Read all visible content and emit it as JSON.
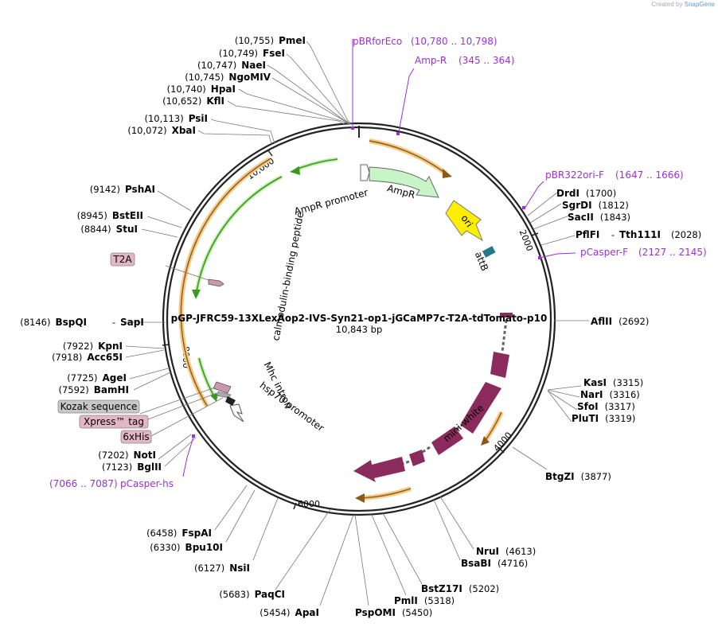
{
  "credit": {
    "prefix": "Created by",
    "brand": "SnapGene"
  },
  "plasmid": {
    "name": "pGP-JFRC59-13XLexAop2-IVS-Syn21-op1-jGCaMP7c-T2A-tdTomato-p10",
    "size": "10,843 bp"
  },
  "ticks": [
    "2000",
    "4000",
    "6000",
    "8000",
    "10,000"
  ],
  "enzymes": [
    {
      "pos": "(10,755)",
      "name": "PmeI"
    },
    {
      "pos": "(10,749)",
      "name": "FseI"
    },
    {
      "pos": "(10,747)",
      "name": "NaeI"
    },
    {
      "pos": "(10,745)",
      "name": "NgoMIV"
    },
    {
      "pos": "(10,740)",
      "name": "HpaI"
    },
    {
      "pos": "(10,652)",
      "name": "KflI"
    },
    {
      "pos": "(10,113)",
      "name": "PsiI"
    },
    {
      "pos": "(10,072)",
      "name": "XbaI"
    },
    {
      "pos": "(9142)",
      "name": "PshAI"
    },
    {
      "pos": "(8945)",
      "name": "BstEII"
    },
    {
      "pos": "(8844)",
      "name": "StuI"
    },
    {
      "pos": "(8146)",
      "name": "BspQI"
    },
    {
      "pos": "",
      "name": "SapI"
    },
    {
      "pos": "(7922)",
      "name": "KpnI"
    },
    {
      "pos": "(7918)",
      "name": "Acc65I"
    },
    {
      "pos": "(7725)",
      "name": "AgeI"
    },
    {
      "pos": "(7592)",
      "name": "BamHI"
    },
    {
      "pos": "(7202)",
      "name": "NotI"
    },
    {
      "pos": "(7123)",
      "name": "BglII"
    },
    {
      "pos": "(6458)",
      "name": "FspAI"
    },
    {
      "pos": "(6330)",
      "name": "Bpu10I"
    },
    {
      "pos": "(6127)",
      "name": "NsiI"
    },
    {
      "pos": "(5683)",
      "name": "PaqCI"
    },
    {
      "pos": "(5454)",
      "name": "ApaI"
    },
    {
      "pos": "(5450)",
      "name": "PspOMI"
    },
    {
      "pos": "(5318)",
      "name": "PmlI"
    },
    {
      "pos": "(5202)",
      "name": "BstZ17I"
    },
    {
      "pos": "(4716)",
      "name": "BsaBI"
    },
    {
      "pos": "(4613)",
      "name": "NruI"
    },
    {
      "pos": "(3877)",
      "name": "BtgZI"
    },
    {
      "pos": "(3319)",
      "name": "PluTI"
    },
    {
      "pos": "(3317)",
      "name": "SfoI"
    },
    {
      "pos": "(3316)",
      "name": "NarI"
    },
    {
      "pos": "(3315)",
      "name": "KasI"
    },
    {
      "pos": "(2692)",
      "name": "AflII"
    },
    {
      "pos": "(2028)",
      "name": "PflFI"
    },
    {
      "pos": "",
      "name": "Tth111I"
    },
    {
      "pos": "(1843)",
      "name": "SacII"
    },
    {
      "pos": "(1812)",
      "name": "SgrDI"
    },
    {
      "pos": "(1700)",
      "name": "DrdI"
    }
  ],
  "primers": [
    {
      "name": "pBRforEco",
      "range": "(10,780 .. 10,798)"
    },
    {
      "name": "Amp-R",
      "range": "(345 .. 364)"
    },
    {
      "name": "pBR322ori-F",
      "range": "(1647 .. 1666)"
    },
    {
      "name": "pCasper-F",
      "range": "(2127 .. 2145)"
    },
    {
      "name": "pCasper-hs",
      "range": "(7066 .. 7087)"
    }
  ],
  "features": [
    {
      "label": "AmpR promoter"
    },
    {
      "label": "AmpR"
    },
    {
      "label": "ori"
    },
    {
      "label": "attB"
    },
    {
      "label": "mini-white"
    },
    {
      "label": "calmodulin-binding peptide"
    },
    {
      "label": "Mhc intron"
    },
    {
      "label": "hsp70 promoter"
    }
  ],
  "boxed_labels": [
    {
      "label": "T2A"
    },
    {
      "label": "Kozak sequence"
    },
    {
      "label": "Xpress™ tag"
    },
    {
      "label": "6xHis"
    }
  ],
  "colors": {
    "ring": "#222222",
    "primer": "#9b30d9",
    "ampr": "#c8f5c8",
    "ori": "#ffee00",
    "attb": "#1f7a8c",
    "miniwhite": "#8b2a5d",
    "green_arrow": "#3a9a1a",
    "orange_halo": "#f6c982",
    "pink_box": "#e3b6c6",
    "gray_box": "#c8c8c8"
  }
}
